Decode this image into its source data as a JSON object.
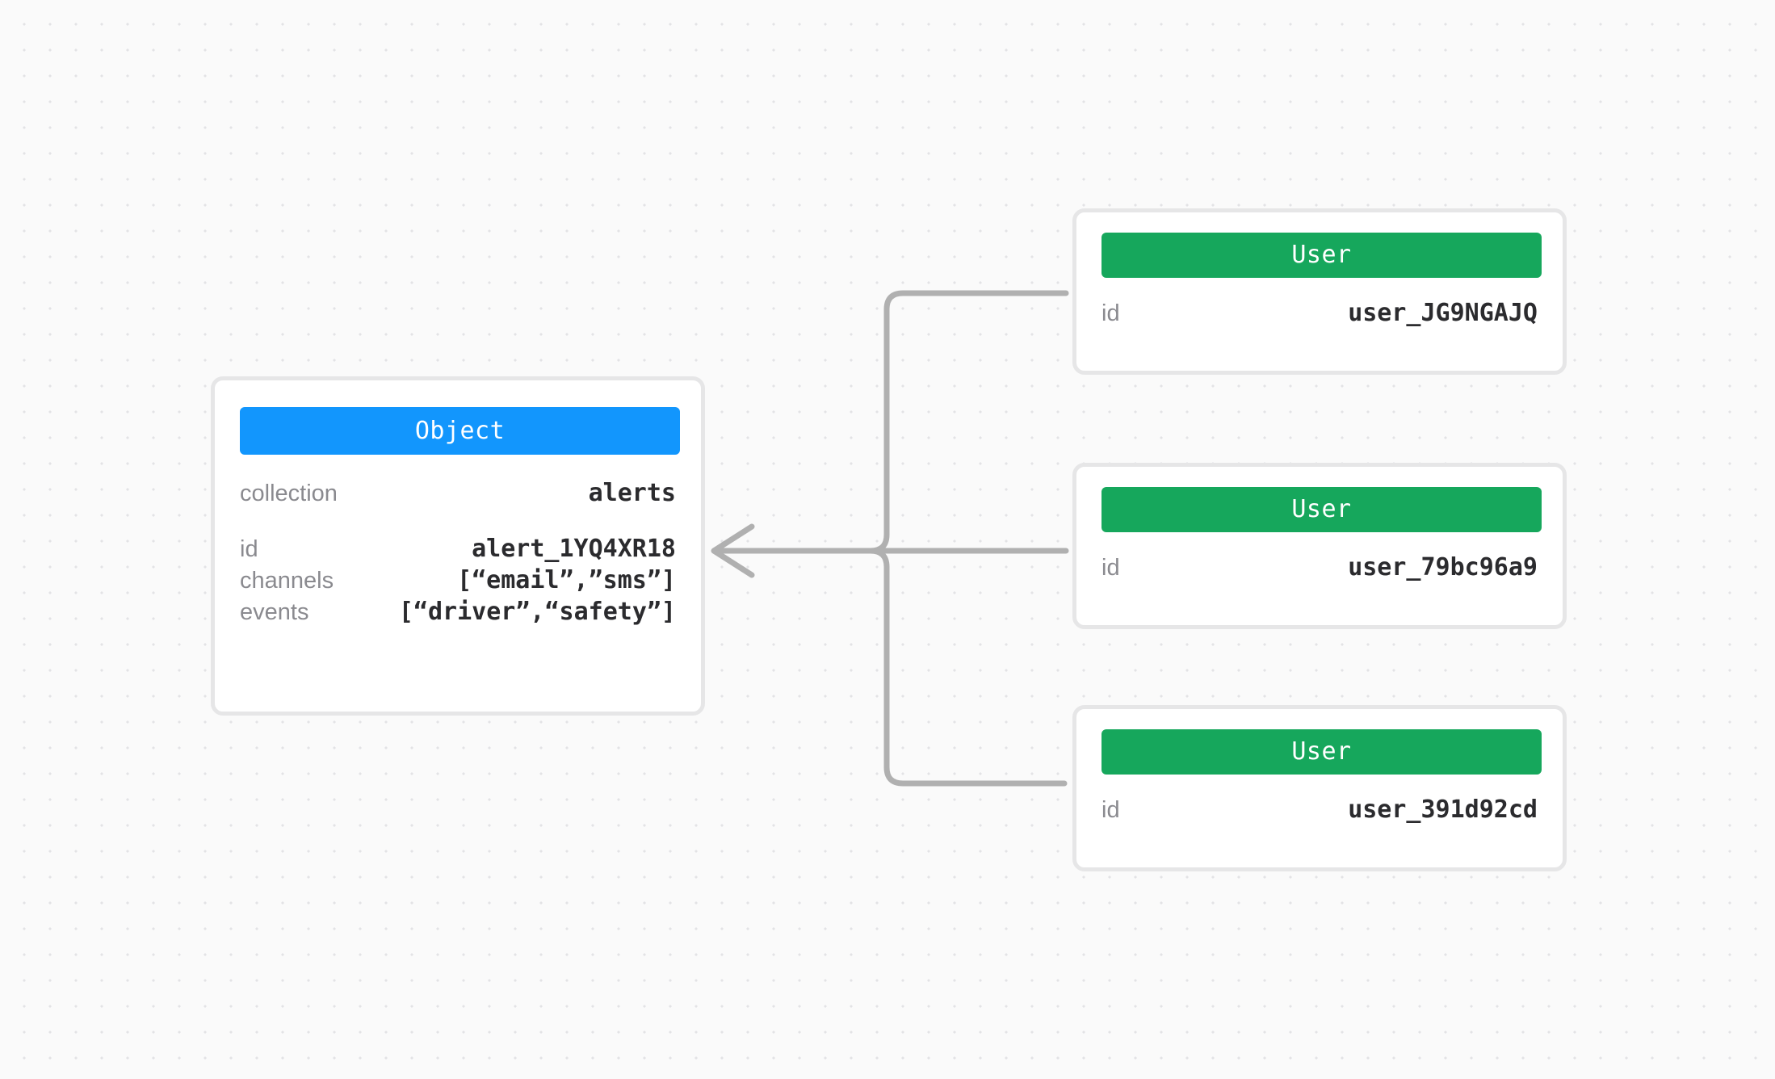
{
  "canvas": {
    "background_color": "#fafafa",
    "dot_color": "#e3e3e5"
  },
  "theme": {
    "object_header_color": "#1296fd",
    "user_header_color": "#16a75c",
    "card_border_color": "#e6e6e7",
    "card_background": "#ffffff",
    "edge_color": "#b0b0b0",
    "label_color": "#8a8a8f",
    "value_color": "#2b2b2e"
  },
  "object_card": {
    "header": "Object",
    "rows_primary": [
      {
        "label": "collection",
        "value": "alerts"
      }
    ],
    "rows_secondary": [
      {
        "label": "id",
        "value": "alert_1YQ4XR18"
      },
      {
        "label": "channels",
        "value": "[“email”,”sms”]"
      },
      {
        "label": "events",
        "value": "[“driver”,“safety”]"
      }
    ]
  },
  "user_cards": [
    {
      "header": "User",
      "rows": [
        {
          "label": "id",
          "value": "user_JG9NGAJQ"
        }
      ]
    },
    {
      "header": "User",
      "rows": [
        {
          "label": "id",
          "value": "user_79bc96a9"
        }
      ]
    },
    {
      "header": "User",
      "rows": [
        {
          "label": "id",
          "value": "user_391d92cd"
        }
      ]
    }
  ],
  "edges": [
    {
      "from": "user-card-0",
      "to": "object-card",
      "arrow": true
    },
    {
      "from": "user-card-1",
      "to": "object-card",
      "arrow": true
    },
    {
      "from": "user-card-2",
      "to": "object-card",
      "arrow": true
    }
  ]
}
